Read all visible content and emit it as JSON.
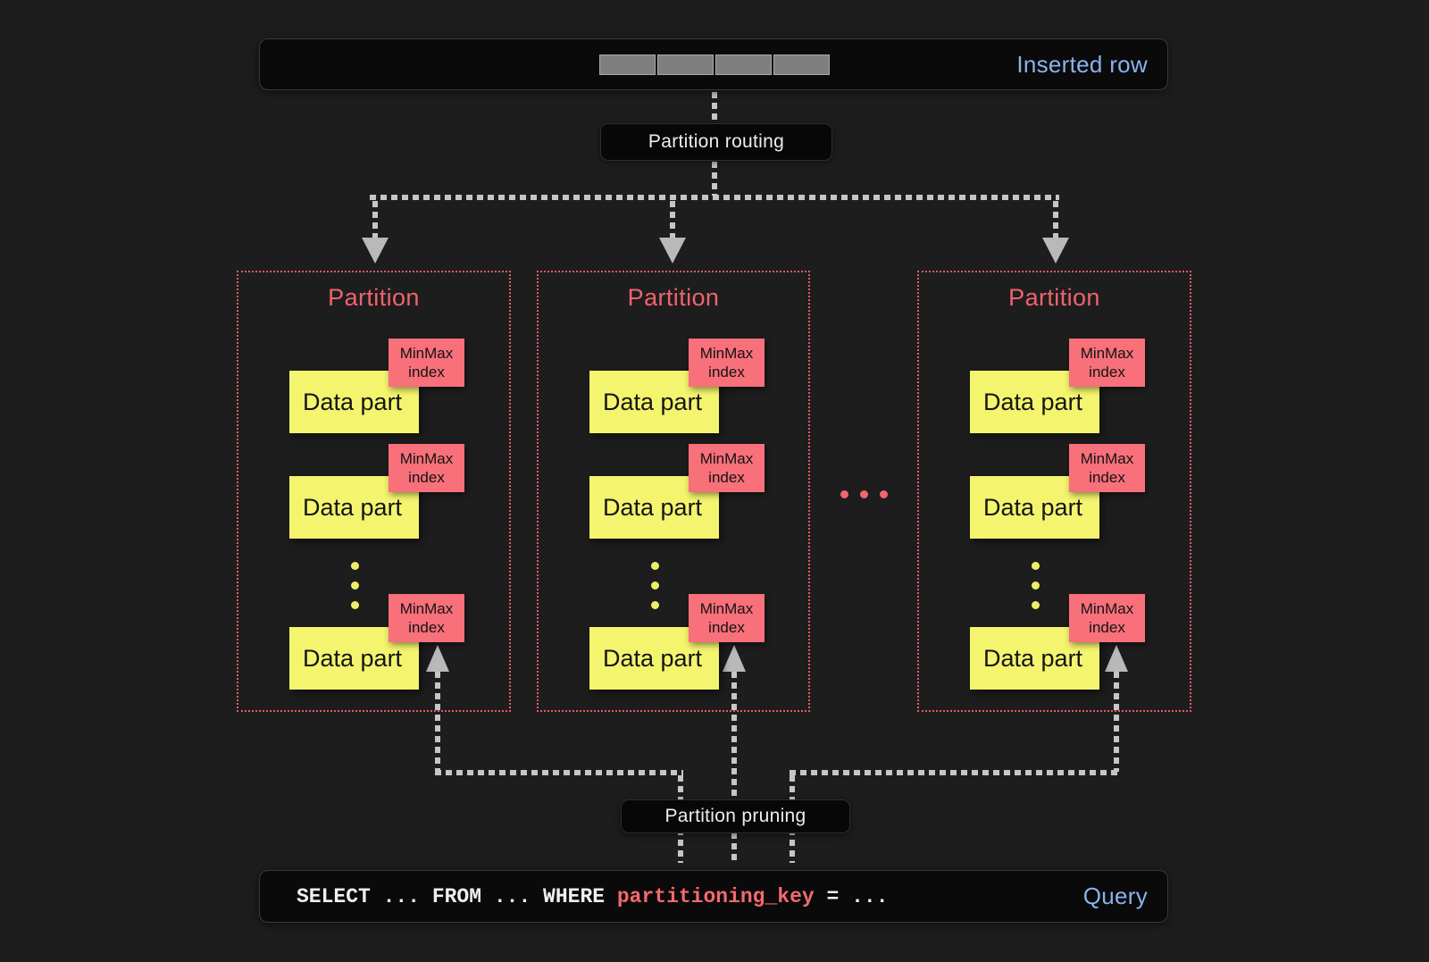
{
  "colors": {
    "background": "#1d1d1d",
    "panel_fill": "#0a0a0a",
    "accent_blue": "#8ab2ec",
    "partition_coral": "#f0636e",
    "minmax_tag_red": "#f8707a",
    "data_part_yellow": "#f4f46e",
    "connector_gray": "#c6c6c6",
    "row_cell_gray": "#7f7f7f"
  },
  "inserted_row": {
    "label": "Inserted row",
    "cell_count": 4
  },
  "routing": {
    "label": "Partition routing"
  },
  "pruning": {
    "label": "Partition pruning"
  },
  "partitions": [
    {
      "title": "Partition",
      "parts": [
        {
          "part_label": "Data part",
          "index_label": "MinMax index"
        },
        {
          "part_label": "Data part",
          "index_label": "MinMax index"
        },
        {
          "part_label": "Data part",
          "index_label": "MinMax index"
        }
      ]
    },
    {
      "title": "Partition",
      "parts": [
        {
          "part_label": "Data part",
          "index_label": "MinMax index"
        },
        {
          "part_label": "Data part",
          "index_label": "MinMax index"
        },
        {
          "part_label": "Data part",
          "index_label": "MinMax index"
        }
      ]
    },
    {
      "title": "Partition",
      "parts": [
        {
          "part_label": "Data part",
          "index_label": "MinMax index"
        },
        {
          "part_label": "Data part",
          "index_label": "MinMax index"
        },
        {
          "part_label": "Data part",
          "index_label": "MinMax index"
        }
      ]
    }
  ],
  "query": {
    "select": "SELECT ... FROM ... WHERE ",
    "key": "partitioning_key",
    "rest": " = ...",
    "label": "Query"
  }
}
